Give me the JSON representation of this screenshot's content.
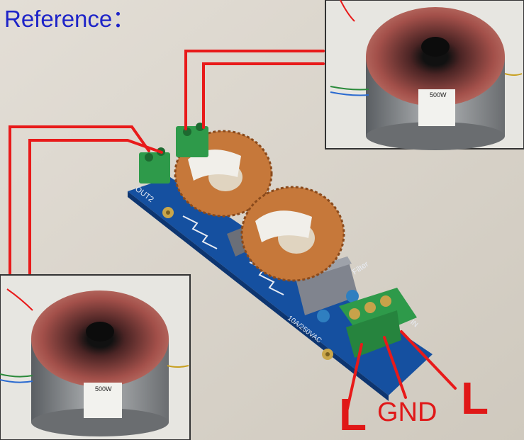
{
  "labels": {
    "title": "Reference：",
    "terminal_left": "L",
    "terminal_ground": "GND",
    "terminal_right": "L",
    "pcb_out": "OUT2",
    "pcb_filter": "Filter",
    "pcb_ac_in": "AC IN",
    "pcb_rating": "10A/250VAC",
    "transformer_rating": "500W"
  },
  "colors": {
    "wire_red": "#e81a1a",
    "pcb_blue": "#1550a0",
    "copper": "#c6783a",
    "terminal_green": "#2e9a4a",
    "title_blue": "#1e24c8"
  }
}
